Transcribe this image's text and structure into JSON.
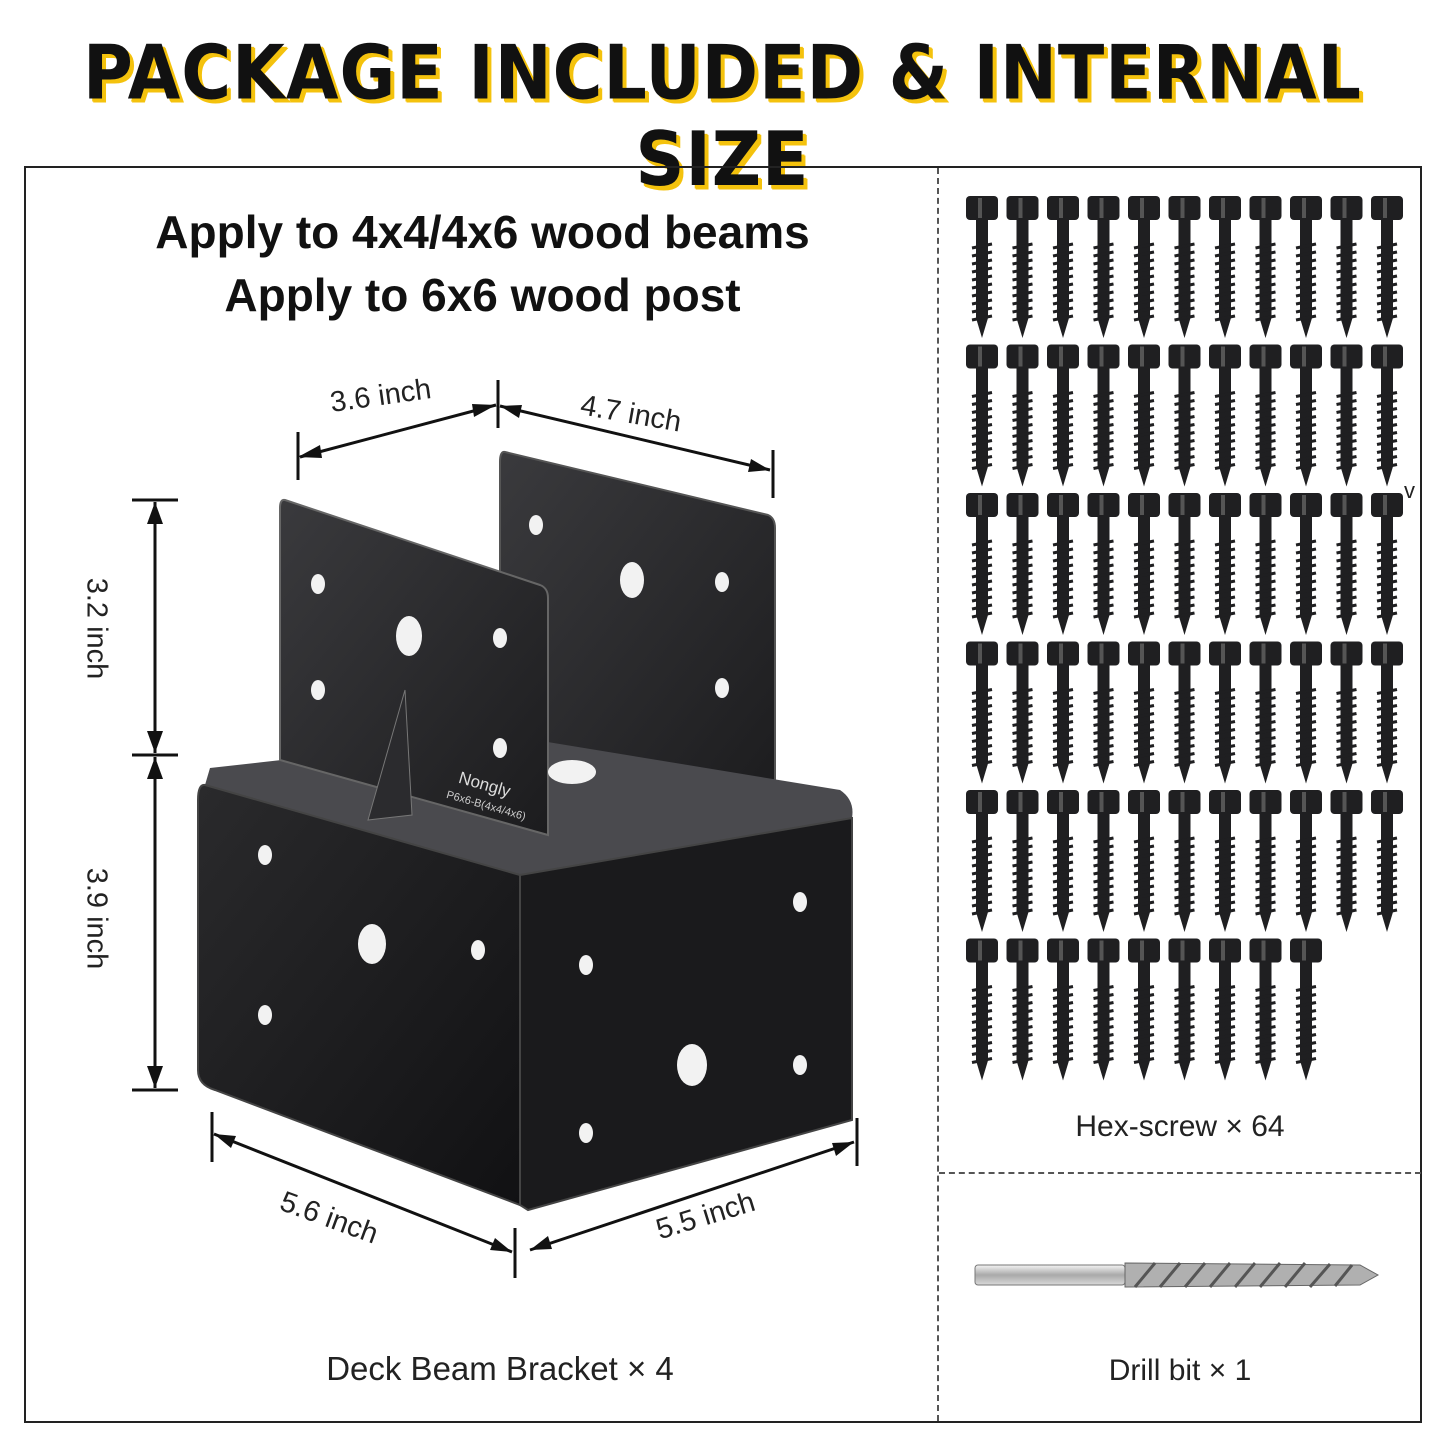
{
  "title": "PACKAGE INCLUDED & INTERNAL SIZE",
  "apply_lines": [
    "Apply to 4x4/4x6 wood beams",
    "Apply to 6x6 wood post"
  ],
  "dimensions": {
    "top_left": "3.6 inch",
    "top_right": "4.7 inch",
    "upper_height": "3.2 inch",
    "lower_height": "3.9 inch",
    "bottom_left": "5.6 inch",
    "bottom_right": "5.5 inch"
  },
  "brand": "Nongly",
  "model": "P6x6-B(4x4/4x6)",
  "captions": {
    "bracket": "Deck Beam Bracket × 4",
    "screws": "Hex-screw × 64",
    "drill": "Drill bit × 1"
  },
  "stray_mark": "v",
  "screw_grid": {
    "rows": [
      11,
      11,
      11,
      11,
      11,
      9
    ]
  },
  "colors": {
    "accent": "#f4c20d",
    "metal": "#1f1f21",
    "text": "#111111"
  }
}
